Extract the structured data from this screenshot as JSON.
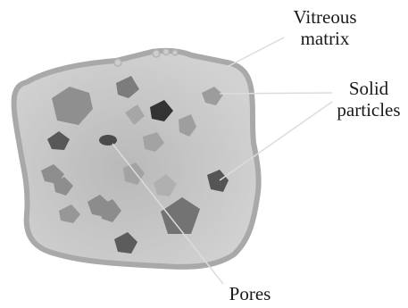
{
  "labels": {
    "vitreous_matrix": [
      "Vitreous",
      "matrix"
    ],
    "solid_particles": [
      "Solid",
      "particles"
    ],
    "pores": "Pores"
  },
  "colors": {
    "background": "#ffffff",
    "matrix_fill": "#c9c9c9",
    "matrix_border": "#a8a8a8",
    "particle_light": "#9a9a9a",
    "particle_mid": "#8c8c8c",
    "particle_dark": "#4a4a4a",
    "pore": "#4f4f4f",
    "leader_line": "#dcdcdc",
    "text": "#1a1a1a"
  }
}
